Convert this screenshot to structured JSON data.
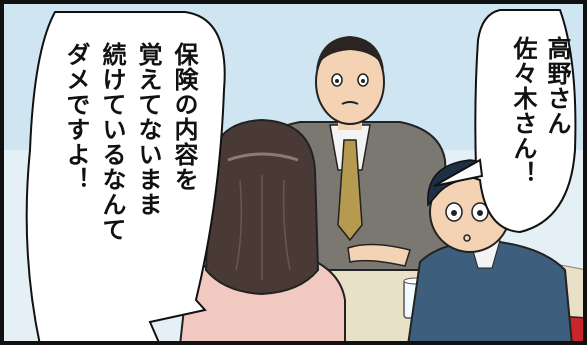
{
  "panel": {
    "colors": {
      "background": "#cfe6f2",
      "border": "#111111",
      "balloon": "#ffffff",
      "suit_grey": "#7b7872",
      "suit_blue": "#3e5e7d",
      "hair_dark": "#2a2523",
      "skin": "#f4d3b5",
      "chair_red": "#c8262c"
    },
    "balloon_left": {
      "lines": [
        "保険の内容を",
        "覚えてないまま",
        "続けているなんて",
        "ダメですよ！"
      ]
    },
    "balloon_right": {
      "lines": [
        "高野さん",
        "佐々木さん！"
      ]
    }
  }
}
